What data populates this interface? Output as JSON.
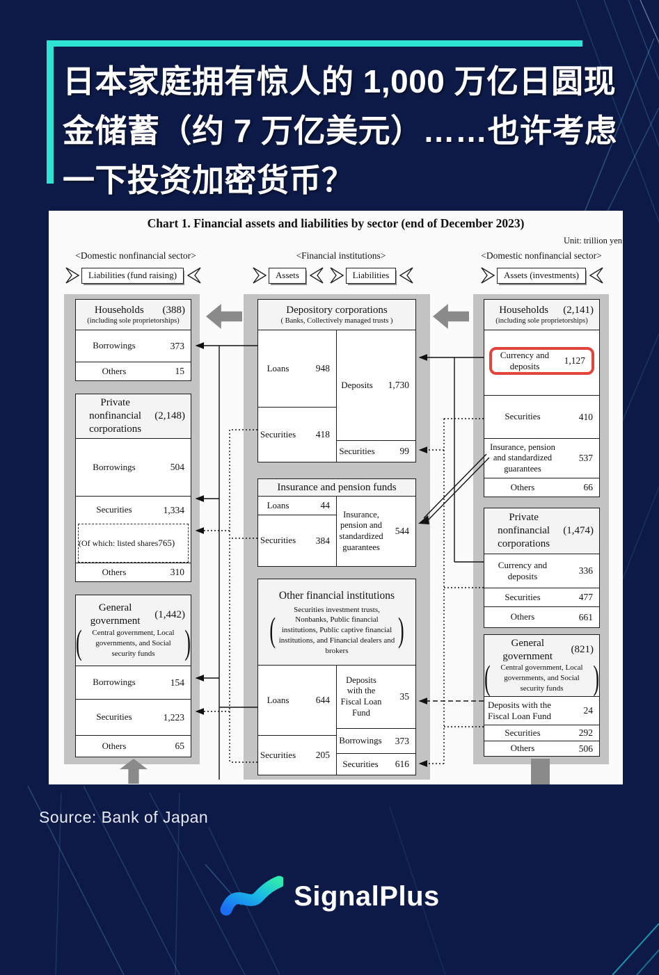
{
  "page": {
    "background": "#0d1a47",
    "accent": "#2fe3d4",
    "highlight_red": "#e2443b"
  },
  "headline": {
    "line1": "日本家庭拥有惊人的 1,000 万亿日圆现",
    "line2": "金储蓄（约 7 万亿美元）……也许考虑",
    "line3": "一下投资加密货币？"
  },
  "diagram": {
    "title": "Chart 1. Financial assets and liabilities by sector (end of December 2023)",
    "unit": "Unit: trillion yen",
    "col_headers": [
      "<Domestic nonfinancial sector>",
      "<Financial institutions>",
      "<Domestic nonfinancial sector>"
    ],
    "ribbons": [
      "Liabilities (fund raising)",
      "Assets",
      "Liabilities",
      "Assets (investments)"
    ],
    "left": {
      "households": {
        "title": "Households",
        "total": "(388)",
        "subtitle": "(including sole proprietorships)",
        "rows": [
          {
            "label": "Borrowings",
            "value": "373"
          },
          {
            "label": "Others",
            "value": "15"
          }
        ]
      },
      "pnfc": {
        "title": "Private nonfinancial corporations",
        "total": "(2,148)",
        "rows": [
          {
            "label": "Borrowings",
            "value": "504"
          },
          {
            "label": "Securities",
            "value": "1,334"
          },
          {
            "label": "(Of which: listed shares",
            "value": "765)"
          },
          {
            "label": "Others",
            "value": "310"
          }
        ]
      },
      "gov": {
        "title": "General government",
        "total": "(1,442)",
        "bracket": "Central government, Local governments, and Social security funds",
        "rows": [
          {
            "label": "Borrowings",
            "value": "154"
          },
          {
            "label": "Securities",
            "value": "1,223"
          },
          {
            "label": "Others",
            "value": "65"
          }
        ]
      }
    },
    "middle": {
      "depository": {
        "title": "Depository corporations",
        "subtitle": "( Banks, Collectively managed trusts )",
        "assets": [
          {
            "label": "Loans",
            "value": "948"
          },
          {
            "label": "Securities",
            "value": "418"
          }
        ],
        "liabilities": [
          {
            "label": "Deposits",
            "value": "1,730"
          },
          {
            "label": "Securities",
            "value": "99"
          }
        ]
      },
      "insurance": {
        "title": "Insurance and pension funds",
        "assets": [
          {
            "label": "Loans",
            "value": "44"
          },
          {
            "label": "Securities",
            "value": "384"
          }
        ],
        "liabilities": [
          {
            "label": "Insurance, pension and standardized guarantees",
            "value": "544"
          }
        ]
      },
      "other": {
        "title": "Other financial institutions",
        "bracket": "Securities investment trusts, Nonbanks, Public financial institutions, Public captive financial institutions, and Financial dealers and brokers",
        "assets": [
          {
            "label": "Loans",
            "value": "644"
          },
          {
            "label": "Securities",
            "value": "205"
          }
        ],
        "liabilities": [
          {
            "label": "Deposits with the Fiscal Loan Fund",
            "value": "35"
          },
          {
            "label": "Borrowings",
            "value": "373"
          },
          {
            "label": "Securities",
            "value": "616"
          }
        ]
      }
    },
    "right": {
      "households": {
        "title": "Households",
        "total": "(2,141)",
        "subtitle": "(including sole proprietorships)",
        "rows": [
          {
            "label": "Currency and deposits",
            "value": "1,127",
            "highlight": true
          },
          {
            "label": "Securities",
            "value": "410"
          },
          {
            "label": "Insurance, pension and standardized guarantees",
            "value": "537"
          },
          {
            "label": "Others",
            "value": "66"
          }
        ]
      },
      "pnfc": {
        "title": "Private nonfinancial corporations",
        "total": "(1,474)",
        "rows": [
          {
            "label": "Currency and deposits",
            "value": "336"
          },
          {
            "label": "Securities",
            "value": "477"
          },
          {
            "label": "Others",
            "value": "661"
          }
        ]
      },
      "gov": {
        "title": "General government",
        "total": "(821)",
        "bracket": "Central government, Local governments, and Social security funds",
        "rows": [
          {
            "label": "Deposits with the Fiscal Loan Fund",
            "value": "24"
          },
          {
            "label": "Securities",
            "value": "292"
          },
          {
            "label": "Others",
            "value": "506"
          }
        ]
      }
    }
  },
  "footer": {
    "source": "Source: Bank of Japan",
    "brand": "SignalPlus"
  }
}
